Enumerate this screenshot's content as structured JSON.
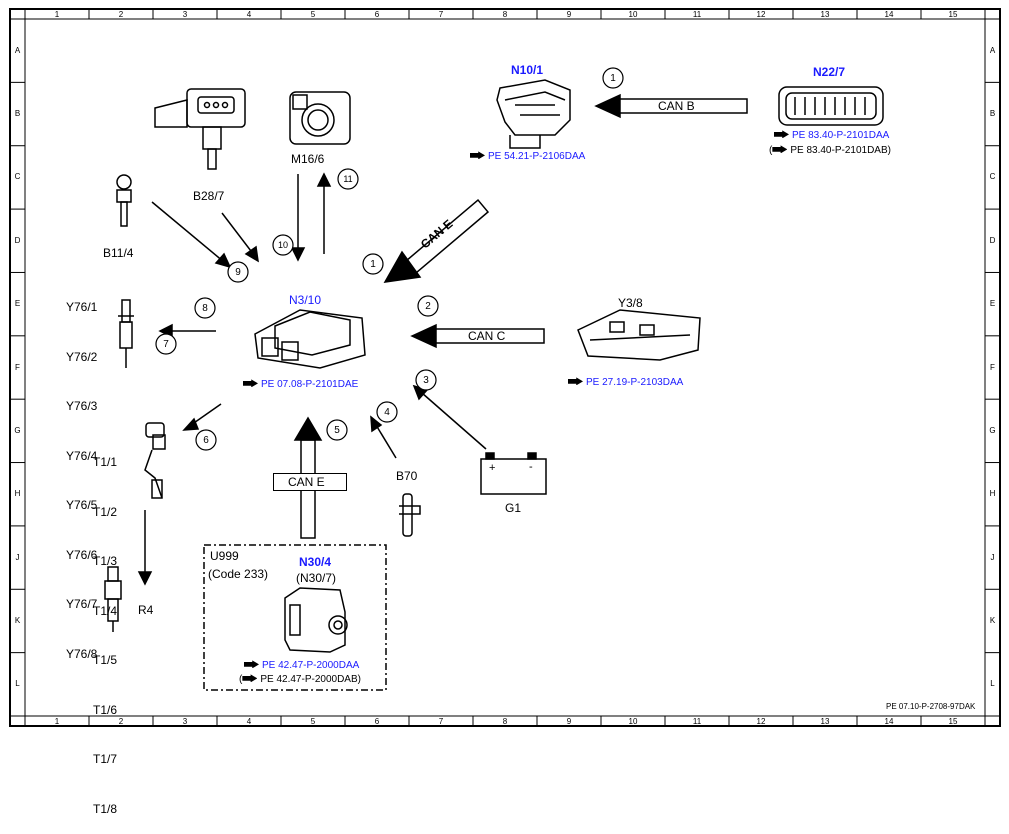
{
  "grid": {
    "cols": [
      "1",
      "2",
      "3",
      "4",
      "5",
      "6",
      "7",
      "8",
      "9",
      "10",
      "11",
      "12",
      "13",
      "14",
      "15"
    ],
    "rows": [
      "A",
      "B",
      "C",
      "D",
      "E",
      "F",
      "G",
      "H",
      "J",
      "K",
      "L"
    ]
  },
  "doc_id": "PE 07.10-P-2708-97DAK",
  "components": {
    "n3_10": {
      "label": "N3/10",
      "ref": "PE 07.08-P-2101DAE"
    },
    "n10_1": {
      "label": "N10/1",
      "ref": "PE 54.21-P-2106DAA"
    },
    "n22_7": {
      "label": "N22/7",
      "ref1": "PE 83.40-P-2101DAA",
      "ref2": "PE 83.40-P-2101DAB",
      "paren_open": "(",
      "paren_close": ")"
    },
    "y3_8": {
      "label": "Y3/8",
      "ref": "PE 27.19-P-2103DAA"
    },
    "b28_7": {
      "label": "B28/7"
    },
    "m16_6": {
      "label": "M16/6"
    },
    "b11_4": {
      "label": "B11/4"
    },
    "y76": {
      "labels": [
        "Y76/1",
        "Y76/2",
        "Y76/3",
        "Y76/4",
        "Y76/5",
        "Y76/6",
        "Y76/7",
        "Y76/8"
      ]
    },
    "t1": {
      "labels": [
        "T1/1",
        "T1/2",
        "T1/3",
        "T1/4",
        "T1/5",
        "T1/6",
        "T1/7",
        "T1/8"
      ]
    },
    "r4": {
      "label": "R4"
    },
    "b70": {
      "label": "B70"
    },
    "g1": {
      "label": "G1",
      "plus": "+",
      "minus": "-"
    },
    "u999": {
      "label": "U999",
      "code": "(Code 233)",
      "n30_4": "N30/4",
      "n30_7": "(N30/7)",
      "ref1": "PE 42.47-P-2000DAA",
      "ref2": "PE 42.47-P-2000DAB",
      "paren_open": "(",
      "paren_close": ")"
    }
  },
  "buses": {
    "can_b": "CAN B",
    "can_c": "CAN C",
    "can_e_top": "CAN E",
    "can_e_bottom": "CAN E"
  },
  "signals": [
    "1",
    "1",
    "2",
    "3",
    "4",
    "5",
    "6",
    "7",
    "8",
    "9",
    "10",
    "11"
  ],
  "colors": {
    "line": "#000000",
    "label_blue": "#1a1aff"
  }
}
